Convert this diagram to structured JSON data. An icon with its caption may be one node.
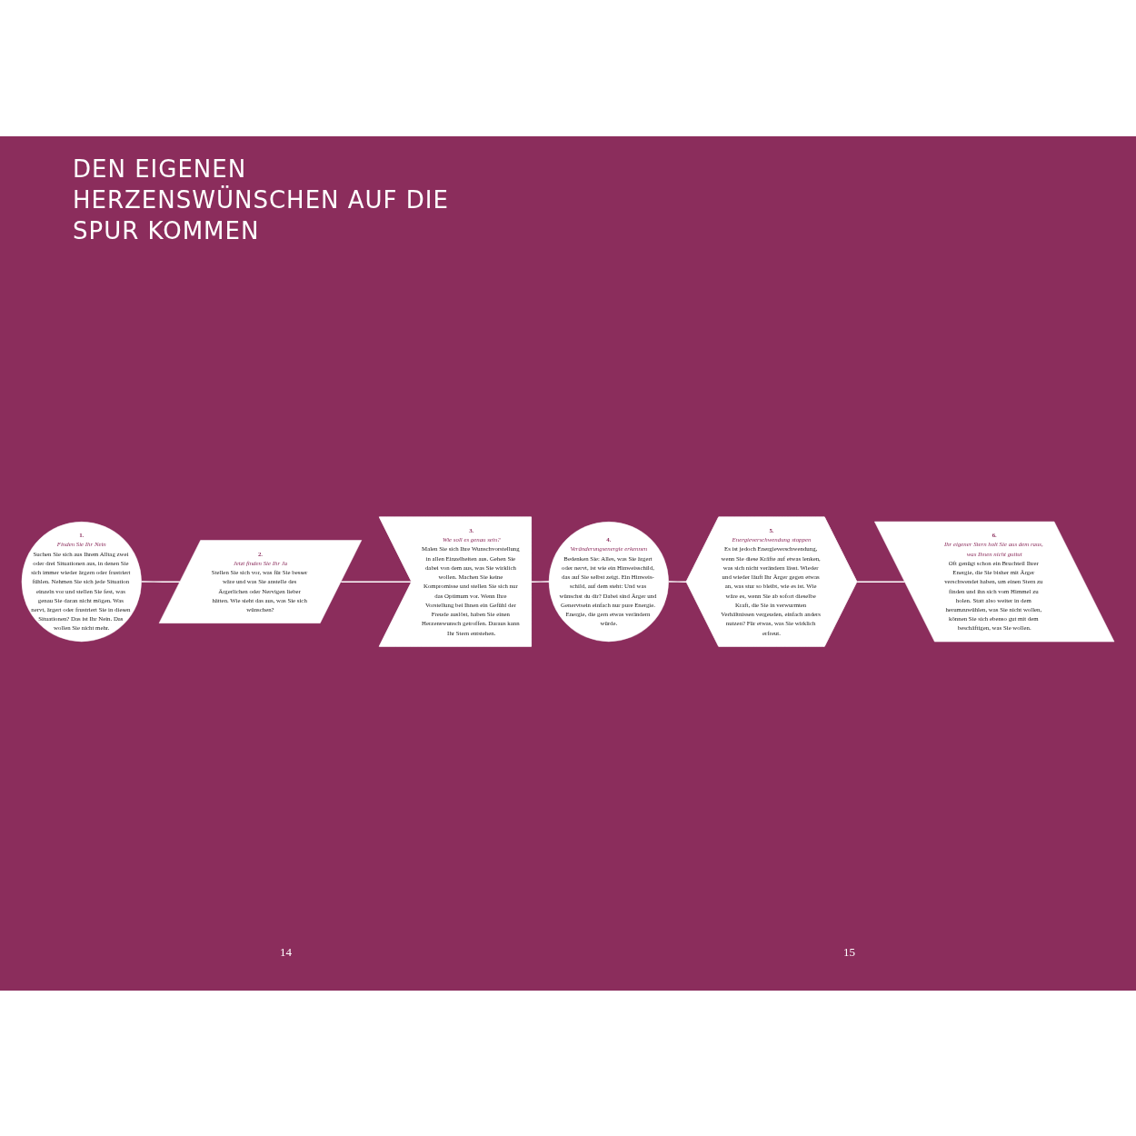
{
  "diagram": {
    "title": "DEN EIGENEN HERZENSWÜNSCHEN AUF DIE SPUR KOMMEN",
    "nodes": [
      {
        "text": [
          "1.",
          "Finden Sie Ihr Nein",
          "Suchen Sie sich aus Ihrem Alltag zwei oder drei Situationen aus, in denen Sie sich immer wieder ärgern oder frustriert fühlen. Nehmen Sie sich jede Situation einzeln vor und stellen Sie fest, was genau Sie daran nicht mögen. Was nervt, ärgert oder frustriert Sie in diesen Situationen? Das ist Ihr Nein. Das wollen Sie nicht mehr."
        ]
      },
      {
        "text": [
          "2.",
          "Jetzt finden Sie Ihr Ja",
          "Stellen Sie sich vor, was für Sie besser wäre und was Sie anstelle des Ärgerlichen oder Nervigen lieber hätten. Wie sieht das aus, was Sie sich wünschen?"
        ]
      },
      {
        "text": [
          "3.",
          "Wie soll es genau sein?",
          "Malen Sie sich Ihre Wunschvorstellung in allen Einzelheiten aus. Gehen Sie dabei von dem aus, was Sie wirklich wollen. Machen Sie keine Kompromisse und stellen Sie sich nur das Optimum vor. Wenn Ihre Vorstellung bei Ihnen ein Gefühl der Freude auslöst, haben Sie einen Herzenswunsch getroffen. Daraus kann Ihr Stern entstehen."
        ]
      },
      {
        "text": [
          "4.",
          "Veränderungsenergie erkennen",
          "Bedenken Sie: Alles, was Sie ärgert oder nervt, ist wie ein Hinweisschild, das auf Sie selbst zeigt. Ein Hinweis- schild, auf dem steht: Und was wünschst du dir? Dabei sind Ärger und Genervtsein einfach nur pure Energie. Energie, die gern etwas verändern würde."
        ]
      },
      {
        "text": [
          "5.",
          "Energieverschwendung stoppen",
          "Es ist jedoch Energieverschwendung, wenn Sie diese Kräfte auf etwas lenken, was sich nicht verändern lässt. Wieder und wieder läuft Ihr Ärger gegen etwas an, was stur so bleibt, wie es ist. Wie wäre es, wenn Sie ab sofort dieselbe Kraft, die Sie in verwurmten Verhältnissen vergeuden, einfach anders nutzen? Für etwas, was Sie wirklich erfreut."
        ]
      },
      {
        "text": [
          "6.",
          "Ihr eigener Stern holt Sie aus dem raus, was Ihnen nicht guttut",
          "Oft genügt schon ein Bruchteil Ihrer Energie, die Sie bisher mit Ärger verschwendet haben, um einen Stern zu finden und ihn sich vom Himmel zu holen. Statt also weiter in dem herumzuwühlen, was Sie nicht wollen, können Sie sich ebenso gut mit dem beschäftigen, was Sie wollen."
        ]
      }
    ],
    "edges": [
      {
        "from": 0,
        "to": 1,
        "arrow": "none"
      },
      {
        "from": 1,
        "to": 2,
        "arrow": "none"
      },
      {
        "from": 2,
        "to": 3,
        "arrow": "none"
      },
      {
        "from": 3,
        "to": 4,
        "arrow": "none"
      },
      {
        "from": 4,
        "to": 5,
        "arrow": "none"
      }
    ],
    "labels": [
      "14",
      "15"
    ]
  }
}
